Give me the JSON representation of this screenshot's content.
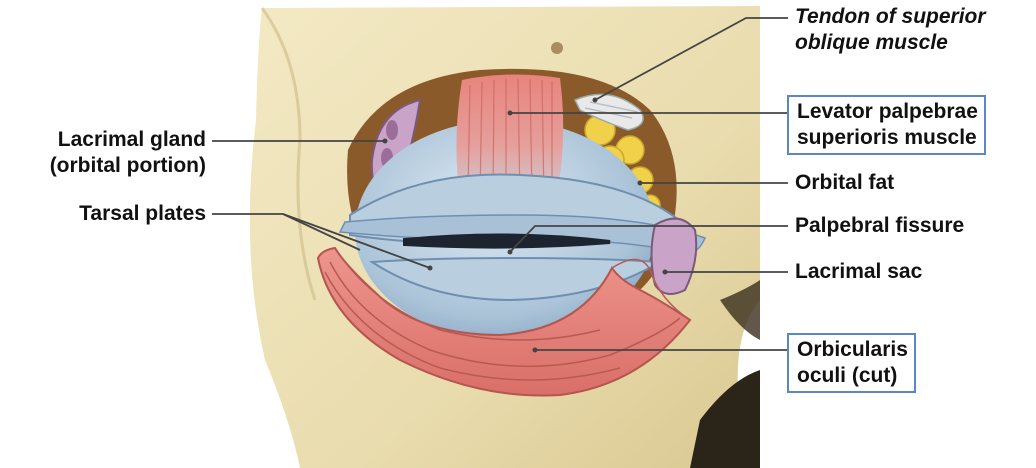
{
  "labels": {
    "tendon": {
      "line1": "Tendon of superior",
      "line2": "oblique muscle"
    },
    "levator": {
      "line1": "Levator palpebrae",
      "line2": "superioris muscle"
    },
    "orbital_fat": "Orbital fat",
    "palpebral_fissure": "Palpebral fissure",
    "lacrimal_sac": "Lacrimal sac",
    "orbicularis": {
      "line1": "Orbicularis",
      "line2": "oculi (cut)"
    },
    "lacrimal_gland": {
      "line1": "Lacrimal gland",
      "line2": "(orbital portion)"
    },
    "tarsal_plates": "Tarsal plates"
  },
  "colors": {
    "bone": "#ece0b4",
    "orbit_cavity": "#8a5a2a",
    "muscle": "#e8837c",
    "tarsal_plate": "#b9cfe0",
    "fat": "#f2d14a",
    "gland": "#c9a3c8",
    "leader_line": "#444444",
    "label_box_border": "#5b87c6"
  }
}
